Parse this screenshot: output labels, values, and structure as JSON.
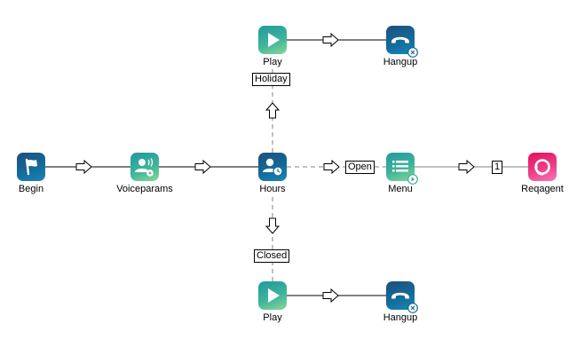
{
  "diagram": {
    "title": "Call flow",
    "nodes": {
      "begin": {
        "label": "Begin",
        "icon": "flag-icon"
      },
      "voiceparams": {
        "label": "Voiceparams",
        "icon": "user-voice-settings-icon"
      },
      "hours": {
        "label": "Hours",
        "icon": "user-clock-icon"
      },
      "menu": {
        "label": "Menu",
        "icon": "list-play-icon"
      },
      "reqagent": {
        "label": "Reqagent",
        "icon": "headset-icon"
      },
      "play_top": {
        "label": "Play",
        "icon": "play-icon"
      },
      "hangup_top": {
        "label": "Hangup",
        "icon": "hangup-phone-icon"
      },
      "play_bottom": {
        "label": "Play",
        "icon": "play-icon"
      },
      "hangup_bottom": {
        "label": "Hangup",
        "icon": "hangup-phone-icon"
      }
    },
    "edge_labels": {
      "holiday": "Holiday",
      "open": "Open",
      "closed": "Closed",
      "menu_option": "1"
    },
    "edges": [
      {
        "from": "Begin",
        "to": "Voiceparams",
        "style": "solid"
      },
      {
        "from": "Voiceparams",
        "to": "Hours",
        "style": "solid"
      },
      {
        "from": "Hours",
        "to": "Menu",
        "style": "dashed",
        "label": "Open"
      },
      {
        "from": "Hours",
        "to": "Play (top)",
        "style": "dashed",
        "label": "Holiday"
      },
      {
        "from": "Hours",
        "to": "Play (bottom)",
        "style": "dashed",
        "label": "Closed"
      },
      {
        "from": "Menu",
        "to": "Reqagent",
        "style": "solid",
        "label": "1"
      },
      {
        "from": "Play (top)",
        "to": "Hangup (top)",
        "style": "solid"
      },
      {
        "from": "Play (bottom)",
        "to": "Hangup (bottom)",
        "style": "solid"
      }
    ],
    "colors": {
      "blue_node": "#136a9a",
      "green_node": "#3fb39a",
      "pink_node": "#ee3d87",
      "solid_edge": "#000000",
      "dashed_edge": "#808080"
    }
  }
}
